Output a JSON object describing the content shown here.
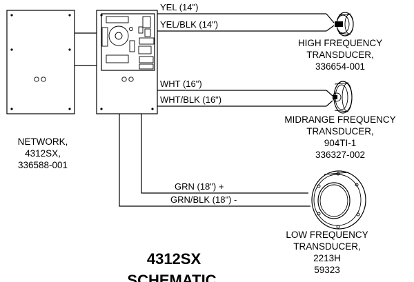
{
  "wires": {
    "yel": "YEL (14\")",
    "yel_blk": "YEL/BLK (14\")",
    "wht": "WHT (16\")",
    "wht_blk": "WHT/BLK (16\")",
    "grn": "GRN (18\") +",
    "grn_blk": "GRN/BLK (18\") -"
  },
  "high_freq": {
    "line1": "HIGH FREQUENCY",
    "line2": "TRANSDUCER,",
    "line3": "336654-001"
  },
  "mid_freq": {
    "line1": "MIDRANGE FREQUENCY",
    "line2": "TRANSDUCER,",
    "line3": "904TI-1",
    "line4": "336327-002"
  },
  "low_freq": {
    "line1": "LOW FREQUENCY",
    "line2": "TRANSDUCER,",
    "line3": "2213H",
    "line4": "59323"
  },
  "network": {
    "line1": "NETWORK,",
    "line2": "4312SX,",
    "line3": "336588-001"
  },
  "title": {
    "line1": "4312SX",
    "line2": "SCHEMATIC"
  }
}
